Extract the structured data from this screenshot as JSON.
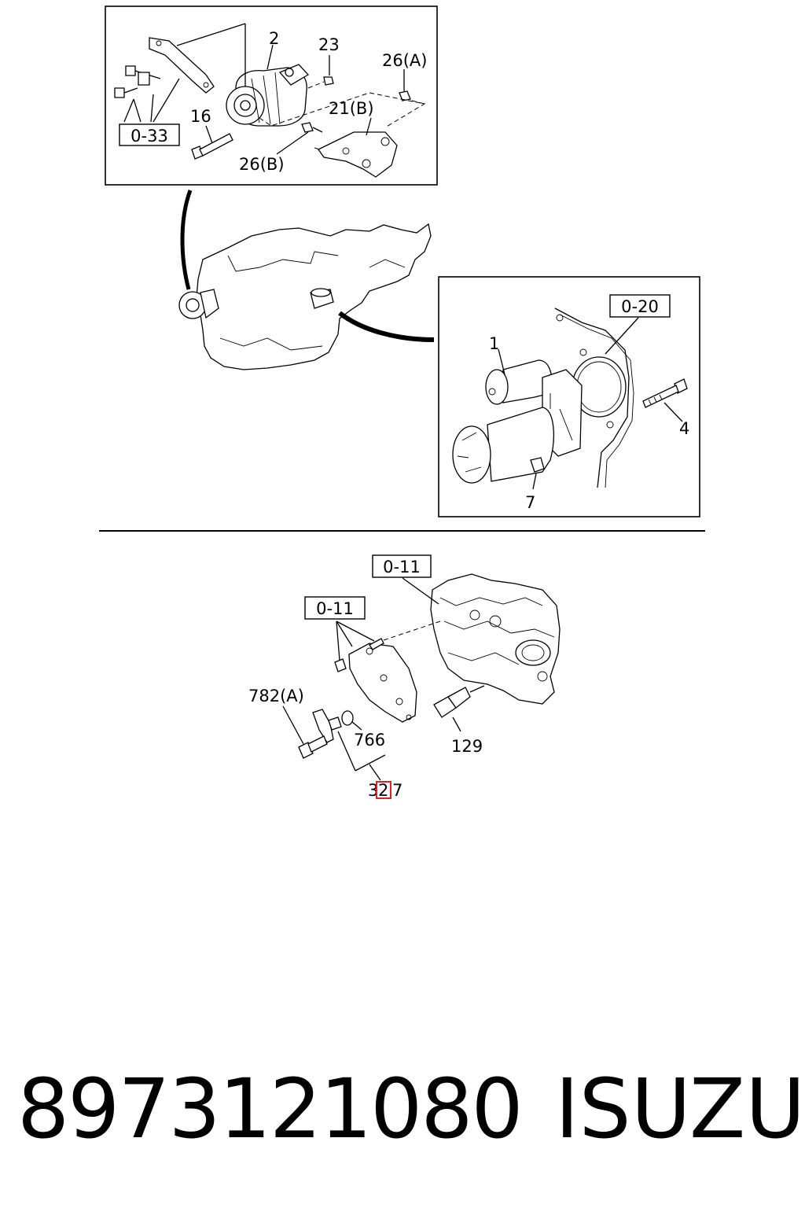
{
  "diagram": {
    "top_panel": {
      "ref_box": "0-33",
      "callouts": [
        "2",
        "23",
        "26(A)",
        "16",
        "21(B)",
        "26(B)"
      ]
    },
    "right_panel": {
      "ref_box": "0-20",
      "callouts": [
        "1",
        "4",
        "7"
      ]
    },
    "bottom_section": {
      "ref_box_top": "0-11",
      "ref_box_left": "0-11",
      "callouts": [
        "782(A)",
        "766",
        "129"
      ],
      "highlight_label": {
        "before": "3",
        "marked": "2",
        "after": "7"
      }
    }
  },
  "footer": {
    "part_number": "8973121080",
    "brand": "ISUZU"
  }
}
